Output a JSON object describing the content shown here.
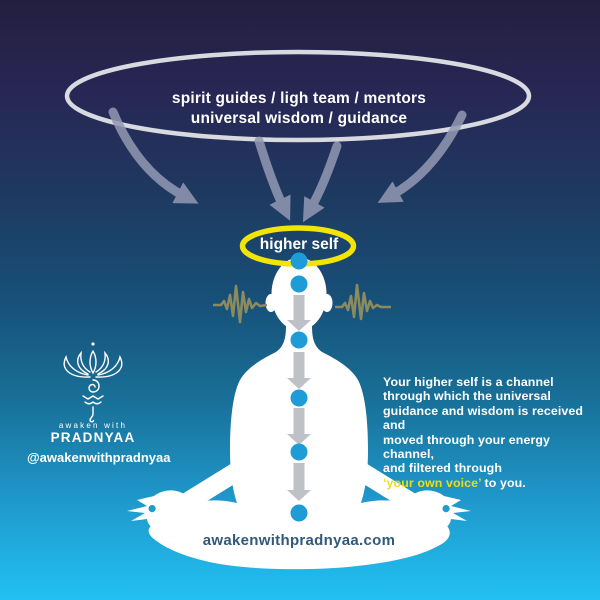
{
  "top_oval": {
    "line1": "spirit guides / ligh team / mentors",
    "line2": "universal wisdom / guidance"
  },
  "halo": {
    "label": "higher self"
  },
  "description": {
    "lines": [
      "Your higher self is a channel",
      "through which the universal",
      "guidance and wisdom is received and",
      "moved through your energy channel,",
      "and filtered through"
    ],
    "highlight": "‘your own voice’",
    "suffix": " to you."
  },
  "branding": {
    "tagline": "awaken with",
    "name": "PRADNYAA",
    "handle": "@awakenwithpradnyaa",
    "website": "awakenwithpradnyaa.com"
  },
  "figure": {
    "chakra_dot_count": 6,
    "spine_arrow_count": 4,
    "flow_arrow_count": 4
  },
  "icons": {
    "lotus_logo": "lotus-unalome-icon",
    "waveform_left": "vibration-wave-icon",
    "waveform_right": "vibration-wave-icon",
    "flow_arrows": "curved-down-arrow-icon",
    "spine_arrows": "down-arrow-icon",
    "chakra_dots": "energy-dot-icon",
    "meditating_figure": "meditating-person-silhouette",
    "halo_ring": "halo-ellipse-icon",
    "top_ring": "oval-outline-icon"
  },
  "colors": {
    "bg_top": "#241f3e",
    "bg_mid": "#175078",
    "bg_bottom": "#22c1f3",
    "halo_yellow": "#f2e405",
    "highlight_yellow": "#ecdf0e",
    "chakra_dot_blue": "#1f9cd8",
    "oval_stroke": "#d8dae0",
    "flow_arrow_gray": "#9399b3",
    "spine_arrow_gray": "#b9bcc2",
    "waveform_olive": "#8d8a5e",
    "website_text_blue": "#31597c",
    "silhouette_white": "#ffffff"
  }
}
